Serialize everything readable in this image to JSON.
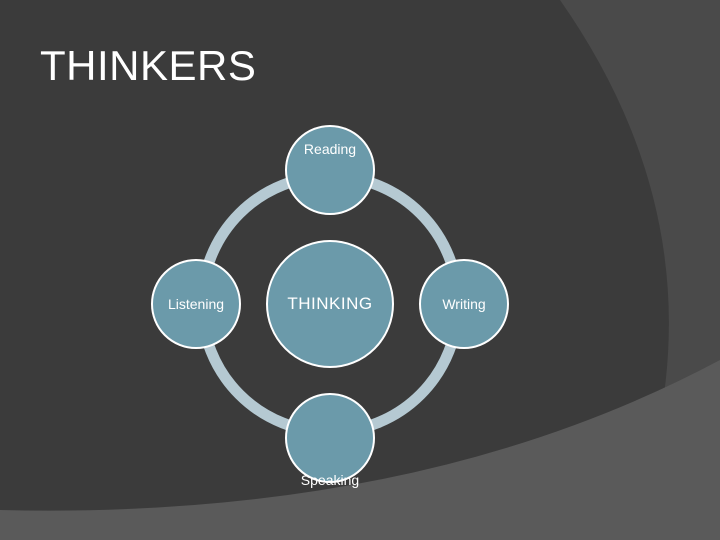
{
  "slide": {
    "title": "THINKERS"
  },
  "diagram": {
    "center": "THINKING",
    "nodes": {
      "top": "Reading",
      "left": "Listening",
      "right": "Writing",
      "bottom": "Speaking"
    }
  },
  "colors": {
    "background": "#3b3b3b",
    "background_curve": "#4d4d4d",
    "background_band": "#5a5a5a",
    "ring": "#b5c9d2",
    "node_fill": "#6b9aaa",
    "node_border": "#ffffff",
    "text": "#ffffff"
  }
}
